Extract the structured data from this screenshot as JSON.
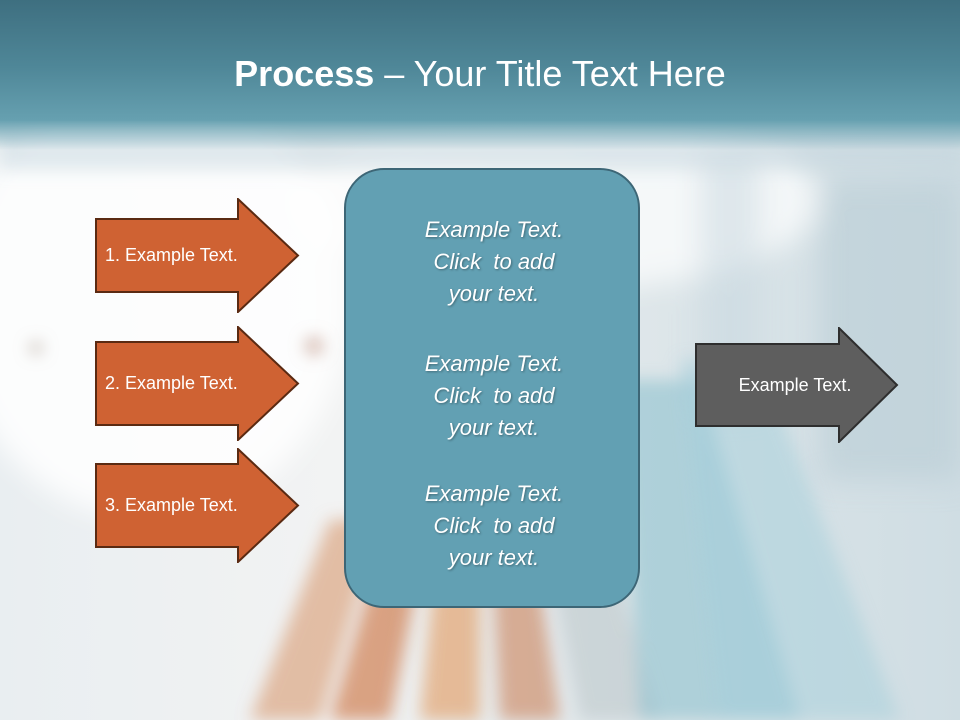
{
  "title": {
    "strong": "Process",
    "rest": " – Your Title Text Here"
  },
  "steps": [
    {
      "label": "1. Example Text."
    },
    {
      "label": "2. Example Text."
    },
    {
      "label": "3. Example Text."
    }
  ],
  "center": {
    "blocks": [
      {
        "line1": "Example Text.",
        "line2": "Click  to add",
        "line3": "your text."
      },
      {
        "line1": "Example Text.",
        "line2": "Click  to add",
        "line3": "your text."
      },
      {
        "line1": "Example Text.",
        "line2": "Click  to add",
        "line3": "your text."
      }
    ]
  },
  "output": {
    "label": "Example Text."
  },
  "colors": {
    "step_arrow_fill": "#cf6233",
    "step_arrow_stroke": "#5a2a12",
    "center_box_fill": "#62a0b3",
    "output_arrow_fill": "#5e5e5e",
    "title_band": "#4f8798"
  }
}
